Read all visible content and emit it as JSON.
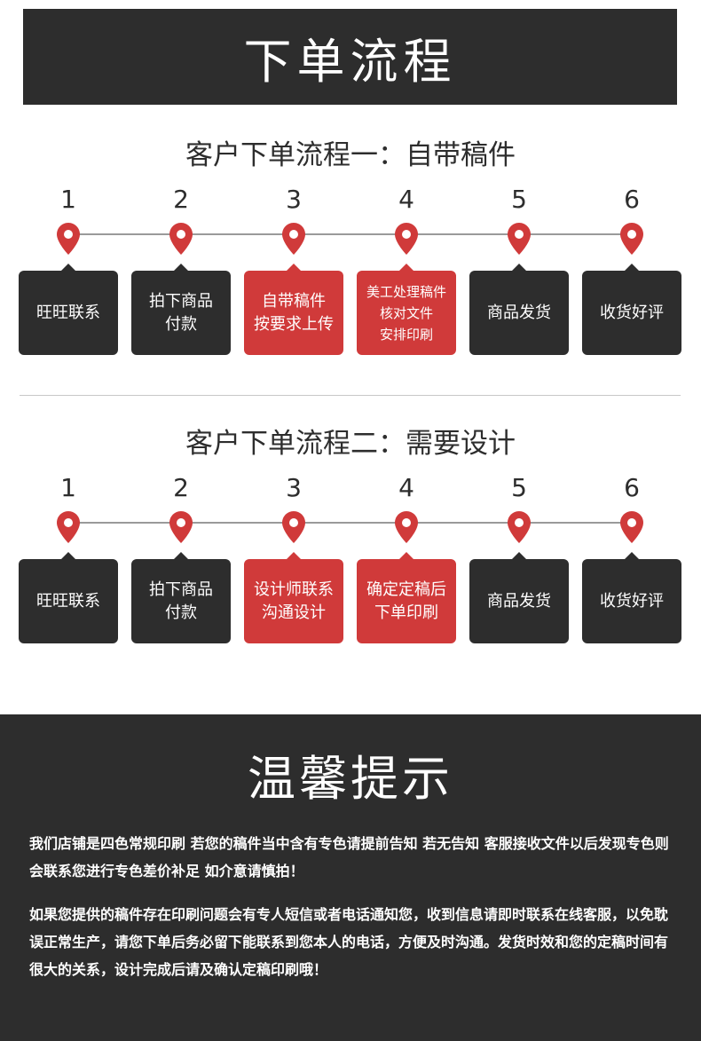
{
  "header": {
    "title": "下单流程"
  },
  "flows": [
    {
      "title": "客户下单流程一：自带稿件",
      "steps": [
        {
          "num": "1",
          "label": "旺旺联系",
          "highlight": false
        },
        {
          "num": "2",
          "label": "拍下商品\n付款",
          "highlight": false
        },
        {
          "num": "3",
          "label": "自带稿件\n按要求上传",
          "highlight": true
        },
        {
          "num": "4",
          "label": "美工处理稿件\n核对文件\n安排印刷",
          "highlight": true
        },
        {
          "num": "5",
          "label": "商品发货",
          "highlight": false
        },
        {
          "num": "6",
          "label": "收货好评",
          "highlight": false
        }
      ]
    },
    {
      "title": "客户下单流程二：需要设计",
      "steps": [
        {
          "num": "1",
          "label": "旺旺联系",
          "highlight": false
        },
        {
          "num": "2",
          "label": "拍下商品\n付款",
          "highlight": false
        },
        {
          "num": "3",
          "label": "设计师联系\n沟通设计",
          "highlight": true
        },
        {
          "num": "4",
          "label": "确定定稿后\n下单印刷",
          "highlight": true
        },
        {
          "num": "5",
          "label": "商品发货",
          "highlight": false
        },
        {
          "num": "6",
          "label": "收货好评",
          "highlight": false
        }
      ]
    }
  ],
  "notice": {
    "title": "温馨提示",
    "paragraphs": [
      "我们店铺是四色常规印刷 若您的稿件当中含有专色请提前告知 若无告知 客服接收文件以后发现专色则会联系您进行专色差价补足 如介意请慎拍！",
      "如果您提供的稿件存在印刷问题会有专人短信或者电话通知您，收到信息请即时联系在线客服，以免耽误正常生产，请您下单后务必留下能联系到您本人的电话，方便及时沟通。发货时效和您的定稿时间有很大的关系，设计完成后请及确认定稿印刷哦！"
    ]
  },
  "colors": {
    "dark": "#2d2d2d",
    "accent_red": "#d03a3a",
    "line_gray": "#9a9a9a"
  },
  "icons": {
    "step_marker": "location-pin-icon"
  }
}
